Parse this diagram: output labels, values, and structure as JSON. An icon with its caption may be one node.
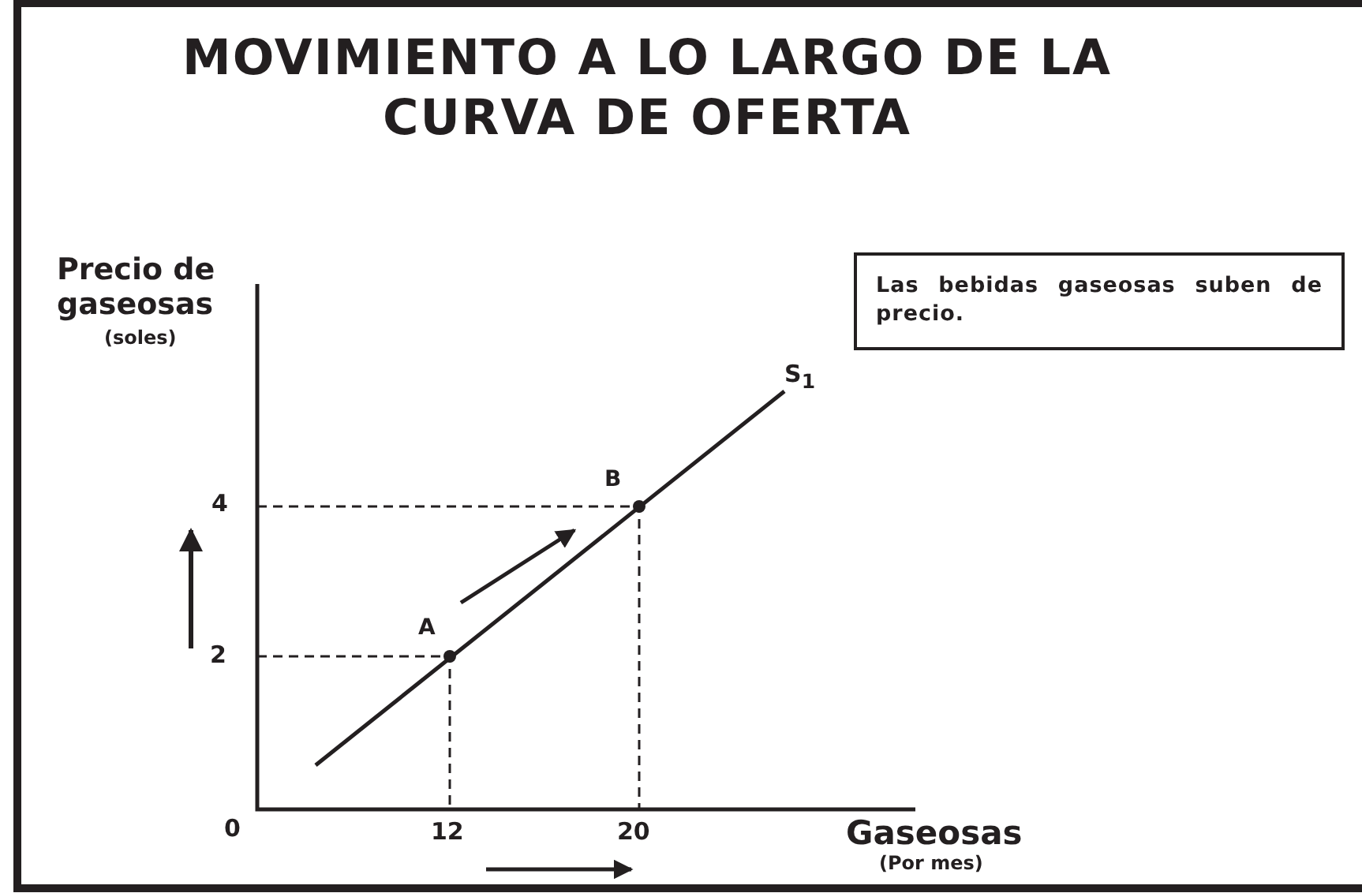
{
  "diagram": {
    "title": "MOVIMIENTO A LO LARGO DE LA CURVA DE OFERTA",
    "nodes": [
      {
        "text": [
          "Las bebidas gaseosas suben de precio."
        ]
      }
    ],
    "edges": [],
    "labels": [
      "Precio de gaseosas",
      "(soles)",
      "S$_{1}$",
      "B",
      "4",
      "A",
      "2",
      "0",
      "12",
      "20",
      "Gaseosas",
      "(Por mes)"
    ]
  }
}
